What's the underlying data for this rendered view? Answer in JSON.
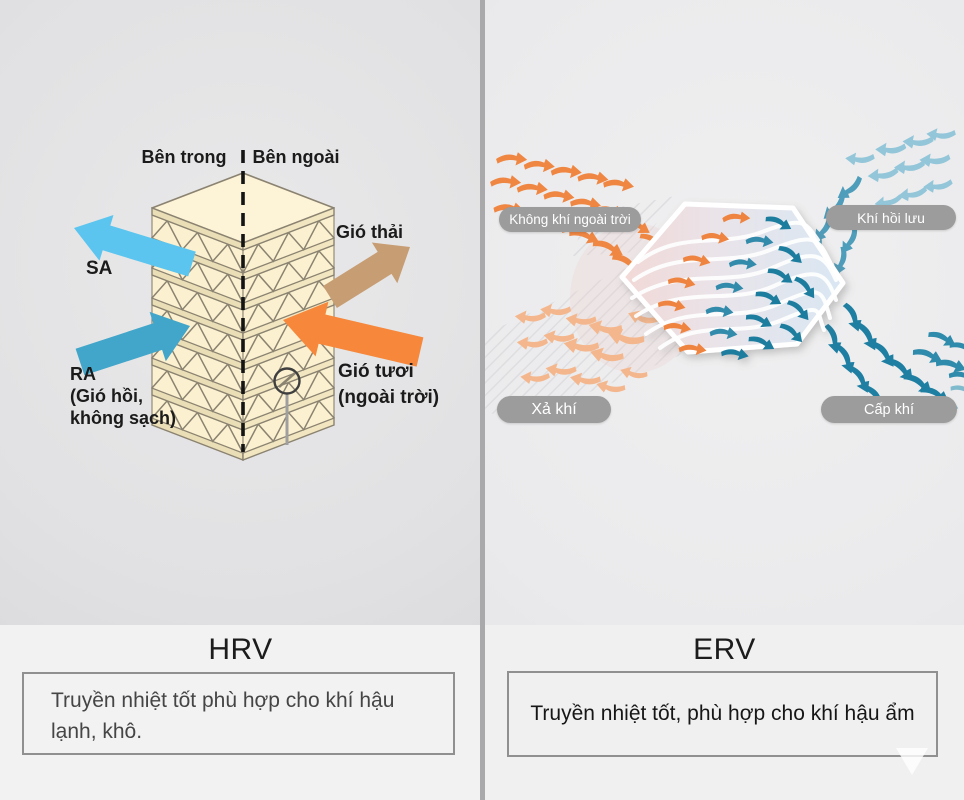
{
  "left_panel": {
    "inside_label": "Bên trong",
    "outside_label": "Bên ngoài",
    "supply_air_label": "SA",
    "exhaust_air_label": "Gió thải",
    "return_air_label_line1": "RA",
    "return_air_label_line2": "(Gió hồi,",
    "return_air_label_line3": "không sạch)",
    "fresh_air_label_line1": "Gió tươi",
    "fresh_air_label_line2": "(ngoài trời)",
    "caption_title": "HRV",
    "caption_text": "Truyền nhiệt tốt phù hợp cho khí hậu lạnh, khô."
  },
  "right_panel": {
    "outdoor_air_pill": "Không khí ngoài trời",
    "return_air_pill": "Khí hồi lưu",
    "exhaust_pill": "Xả khí",
    "supply_pill": "Cấp khí",
    "caption_title": "ERV",
    "caption_text": "Truyền nhiệt tốt, phù hợp cho khí hậu ẩm"
  },
  "colors": {
    "supply_blue": "#5bc5ef",
    "return_teal": "#42a5ca",
    "exhaust_tan": "#c79d73",
    "fresh_orange": "#f6873b",
    "erv_orange": "#ef8743",
    "erv_orange_pale": "#f4b78d",
    "erv_teal_light": "#93c6d9",
    "erv_teal": "#4e9dbb",
    "erv_teal_dark": "#1f7fa2",
    "pill_gray": "#9c9c9c",
    "core_beige": "#fdf3d6"
  }
}
